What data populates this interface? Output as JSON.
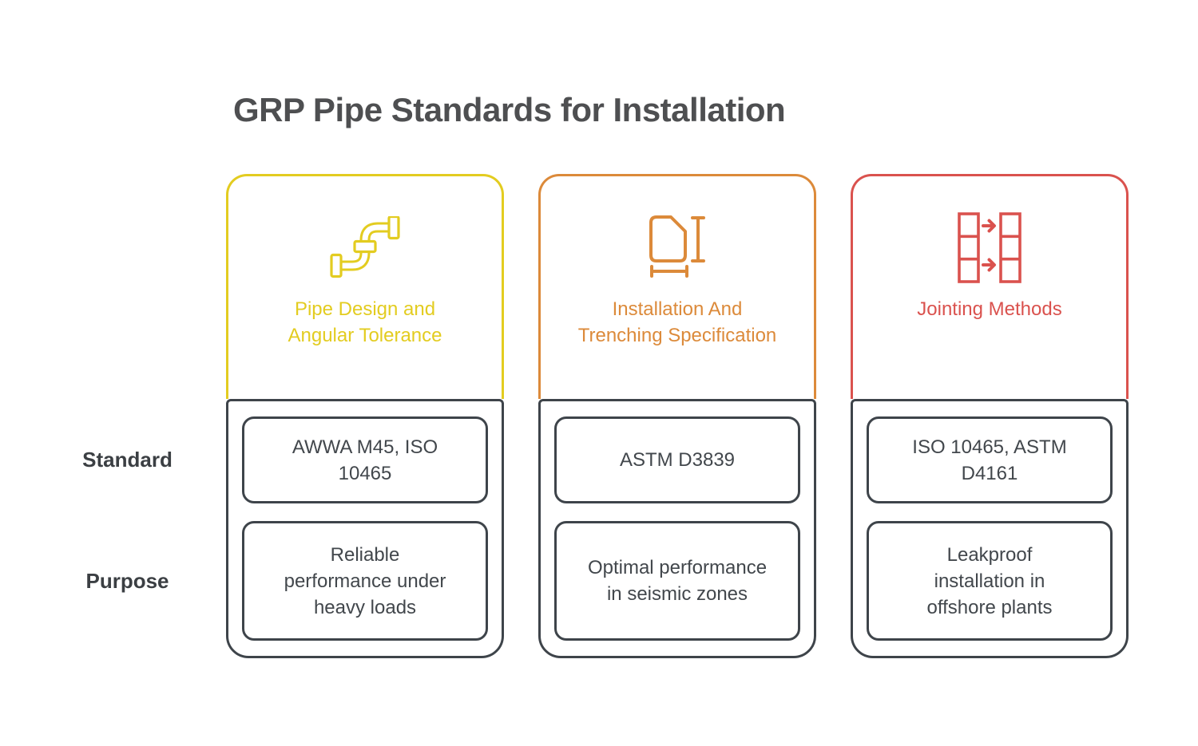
{
  "title": "GRP Pipe Standards for Installation",
  "row_labels": {
    "standard": "Standard",
    "purpose": "Purpose"
  },
  "colors": {
    "yellow_accent": "#E3CC20",
    "orange_accent": "#DC8A3A",
    "red_accent": "#DA524E",
    "dark_outline": "#3E444A",
    "title_text": "#4E4F51",
    "body_text": "#42474C"
  },
  "columns": [
    {
      "id": "pipe-design",
      "icon": "pipe-icon",
      "accent": "#E3CC20",
      "title": "Pipe Design and Angular Tolerance",
      "standard": "AWWA M45, ISO 10465",
      "purpose": "Reliable performance under heavy loads"
    },
    {
      "id": "installation-trenching",
      "icon": "dimension-measure-icon",
      "accent": "#DC8A3A",
      "title": "Installation And Trenching Specification",
      "standard": "ASTM D3839",
      "purpose": "Optimal performance in seismic zones"
    },
    {
      "id": "jointing-methods",
      "icon": "jointing-arrows-icon",
      "accent": "#DA524E",
      "title": "Jointing Methods",
      "standard": "ISO 10465, ASTM D4161",
      "purpose": "Leakproof installation in offshore plants"
    }
  ]
}
